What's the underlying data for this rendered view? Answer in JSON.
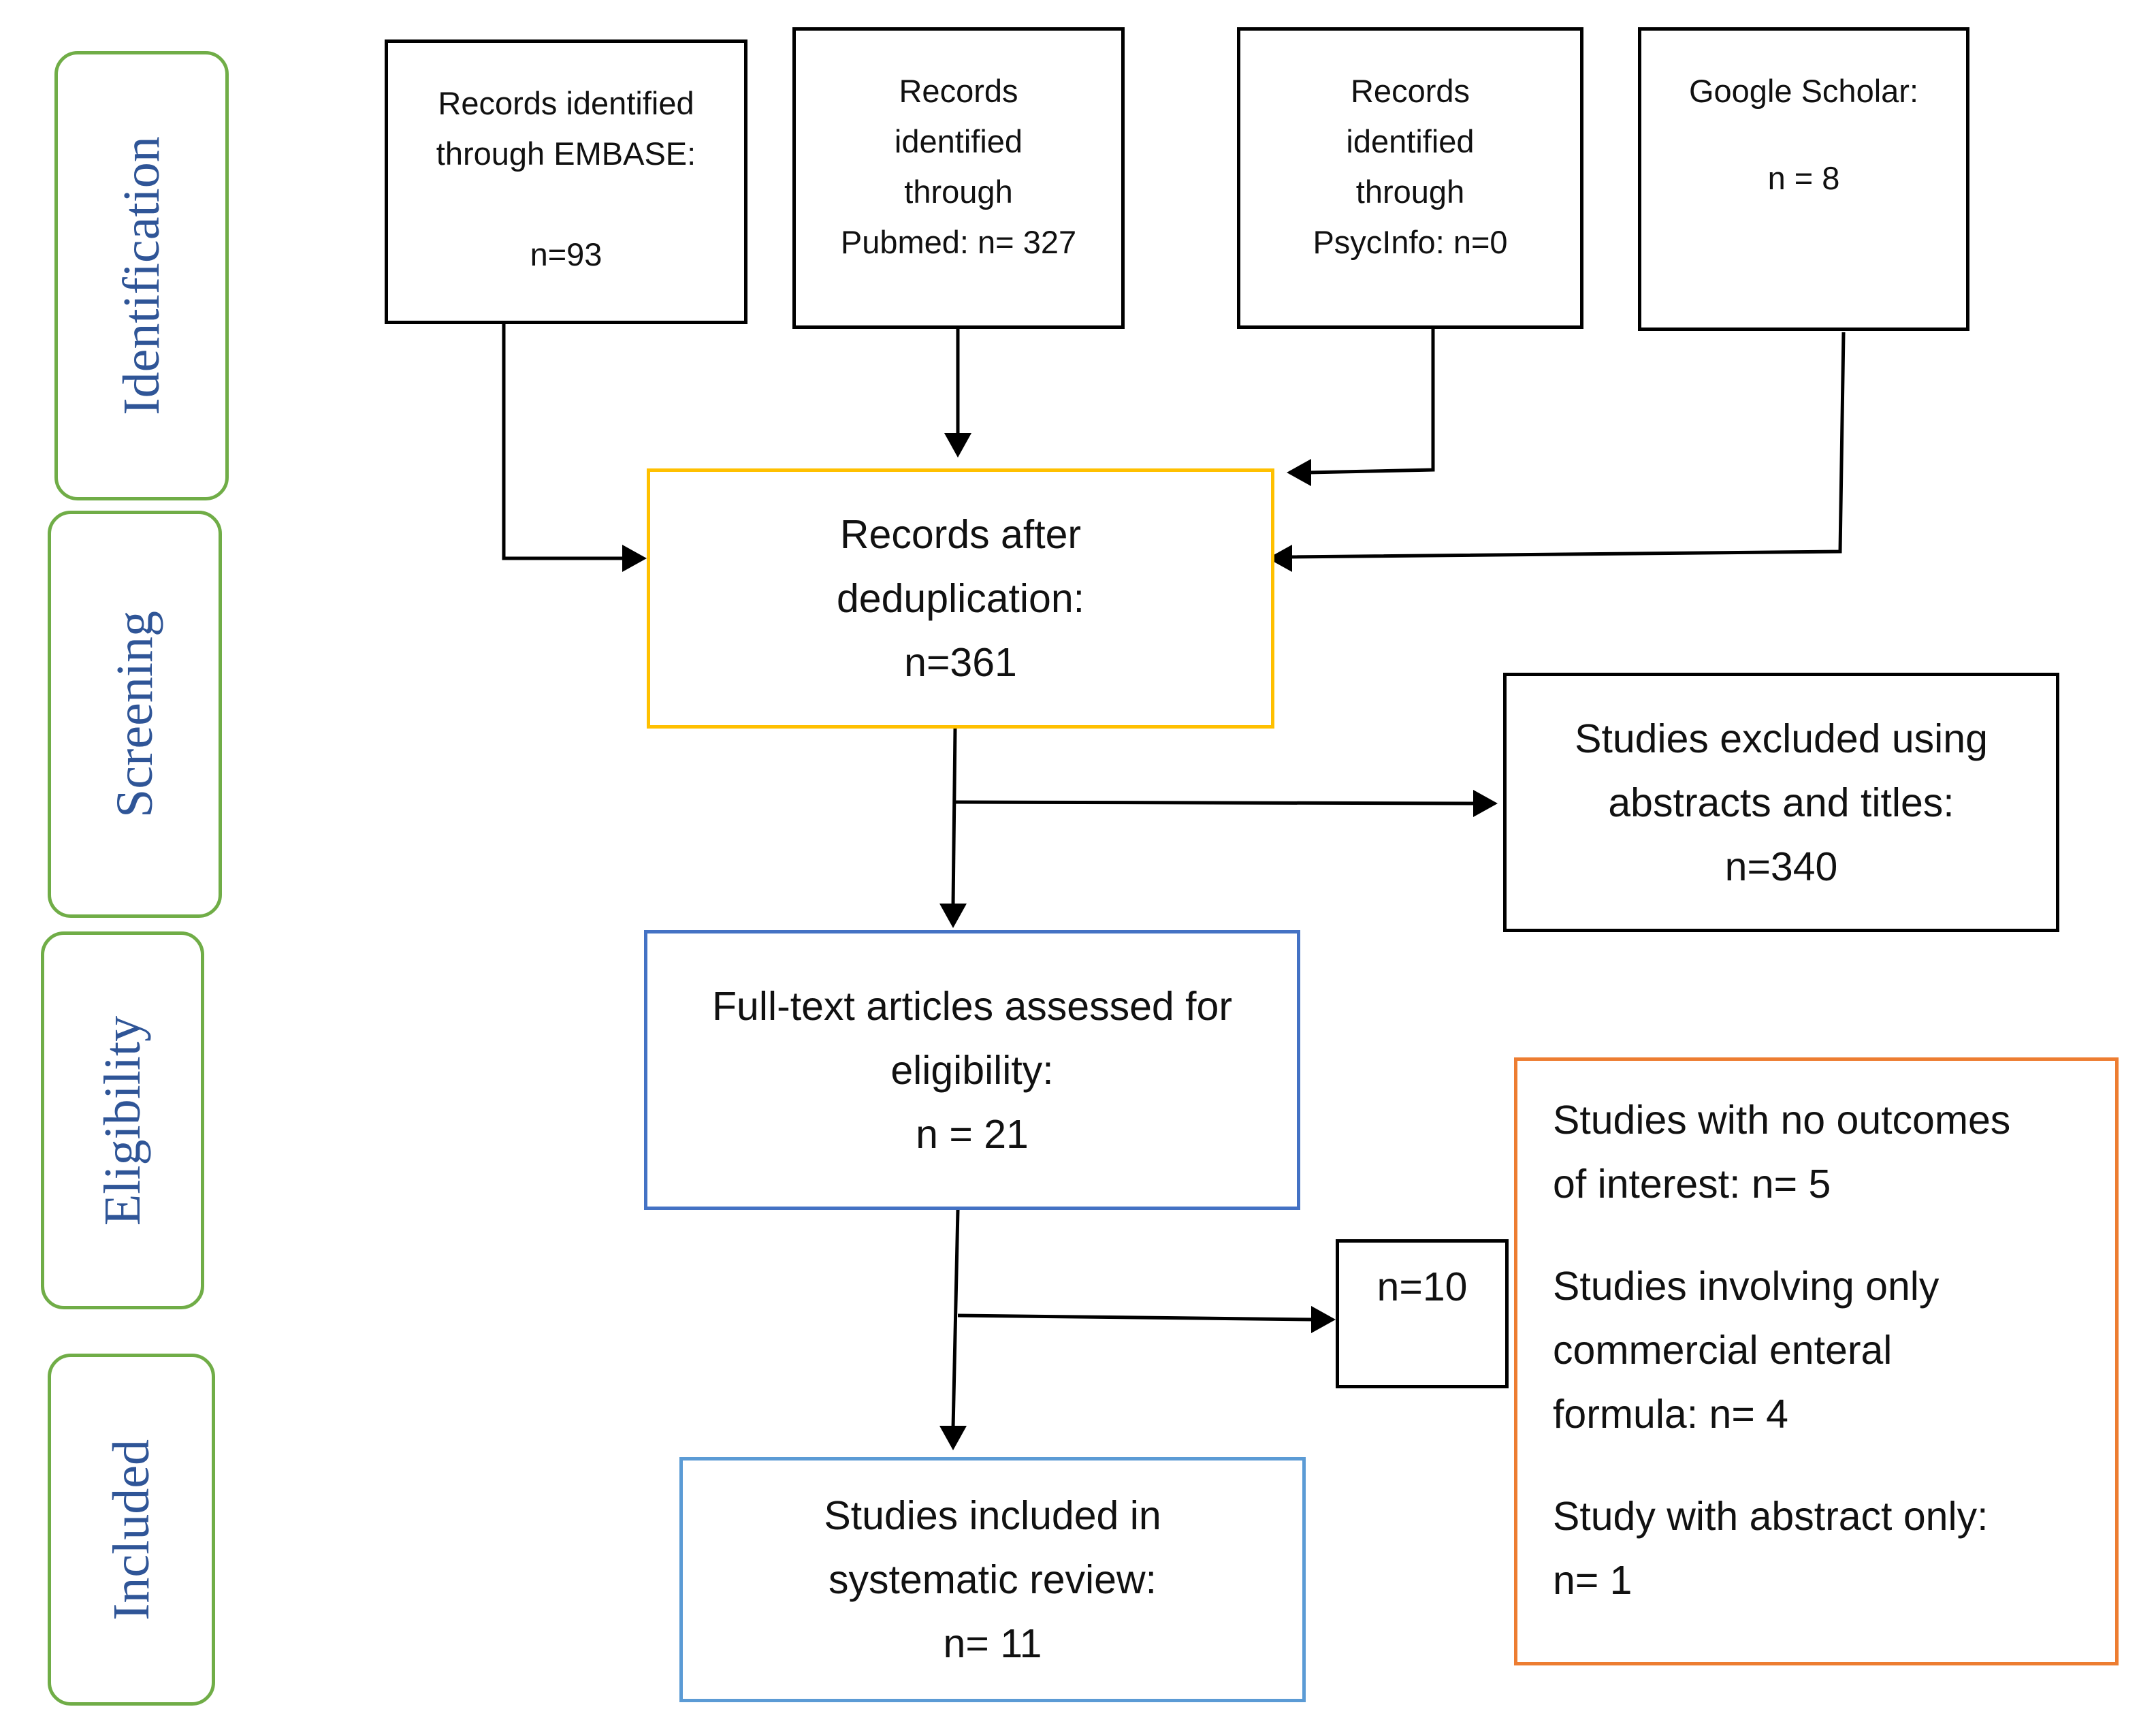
{
  "stages": {
    "identification": "Identification",
    "screening": "Screening",
    "eligibility": "Eligibility",
    "included": "Included"
  },
  "sources": {
    "embase": {
      "line1": "Records identified",
      "line2": "through EMBASE:",
      "count": "n=93"
    },
    "pubmed": {
      "line1": "Records",
      "line2": "identified",
      "line3": "through",
      "line4": "Pubmed: n= 327"
    },
    "psycinfo": {
      "line1": "Records",
      "line2": "identified",
      "line3": "through",
      "line4": "PsycInfo: n=0"
    },
    "scholar": {
      "line1": "Google Scholar:",
      "count": "n = 8"
    }
  },
  "dedup": {
    "line1": "Records after",
    "line2": "deduplication:",
    "count": "n=361"
  },
  "excluded_screening": {
    "line1": "Studies excluded using",
    "line2": "abstracts and titles:",
    "count": "n=340"
  },
  "fulltext": {
    "line1": "Full-text articles assessed for",
    "line2": "eligibility:",
    "count": "n = 21"
  },
  "excluded_fulltext": {
    "count": "n=10"
  },
  "exclusion_reasons": [
    {
      "line1": "Studies with no outcomes",
      "line2": "of interest: n= 5"
    },
    {
      "line1": "Studies involving only",
      "line2": "commercial enteral",
      "line3": "formula: n= 4"
    },
    {
      "line1": "Study with abstract only:",
      "line2": "n= 1"
    }
  ],
  "included": {
    "line1": "Studies included in",
    "line2": "systematic review:",
    "count": "n= 11"
  },
  "colors": {
    "stage_border": "#70ad47",
    "stage_text": "#2f5597",
    "dedup_border": "#ffc000",
    "fulltext_border": "#4472c4",
    "included_border": "#5b9bd5",
    "reasons_border": "#ed7d31"
  }
}
